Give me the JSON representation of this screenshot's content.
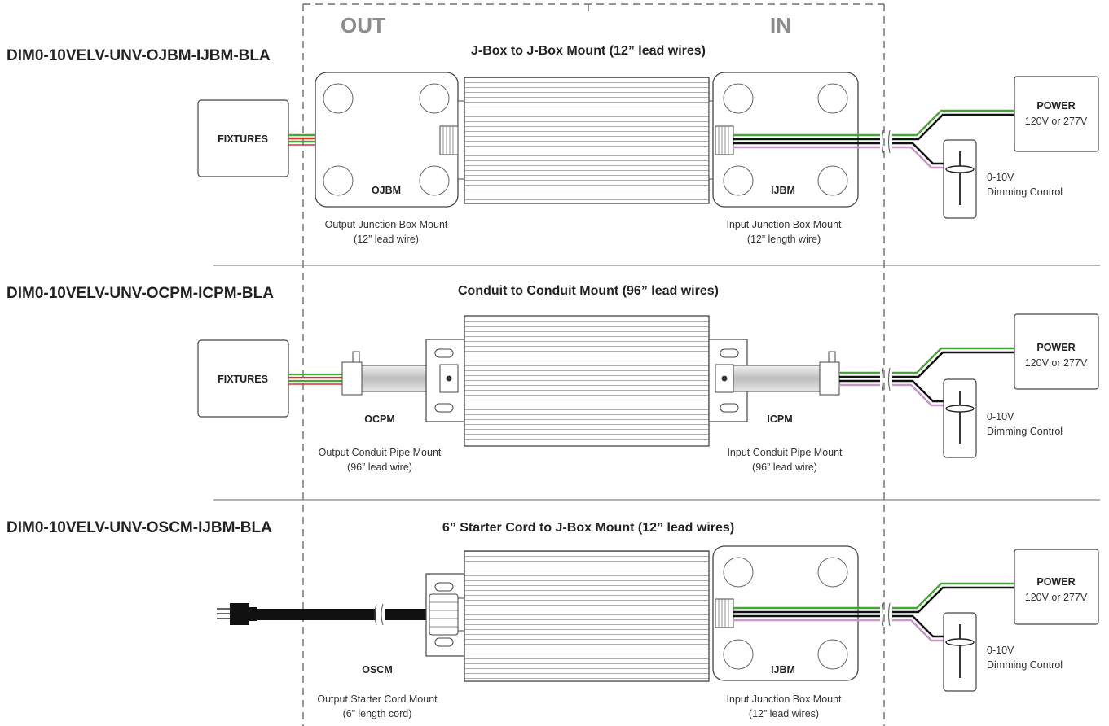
{
  "headers": {
    "out": "OUT",
    "in": "IN"
  },
  "rows": [
    {
      "model": "DIM0-10VELV-UNV-OJBM-IJBM-BLA",
      "title": "J-Box to J-Box Mount (12” lead wires)",
      "fixtures": "FIXTURES",
      "out_code": "OJBM",
      "in_code": "IJBM",
      "out_caption_1": "Output Junction Box Mount",
      "out_caption_2": "(12” lead wire)",
      "in_caption_1": "Input Junction Box Mount",
      "in_caption_2": "(12” length wire)",
      "power": "POWER",
      "voltage": "120V or 277V",
      "dim_1": "0-10V",
      "dim_2": "Dimming Control"
    },
    {
      "model": "DIM0-10VELV-UNV-OCPM-ICPM-BLA",
      "title": "Conduit to Conduit Mount (96” lead wires)",
      "fixtures": "FIXTURES",
      "out_code": "OCPM",
      "in_code": "ICPM",
      "out_caption_1": "Output Conduit Pipe Mount",
      "out_caption_2": "(96” lead wire)",
      "in_caption_1": "Input Conduit Pipe Mount",
      "in_caption_2": "(96” lead wire)",
      "power": "POWER",
      "voltage": "120V or 277V",
      "dim_1": "0-10V",
      "dim_2": "Dimming Control"
    },
    {
      "model": "DIM0-10VELV-UNV-OSCM-IJBM-BLA",
      "title": "6” Starter Cord to J-Box Mount (12” lead wires)",
      "out_code": "OSCM",
      "in_code": "IJBM",
      "out_caption_1": "Output Starter Cord Mount",
      "out_caption_2": "(6” length cord)",
      "in_caption_1": "Input Junction Box Mount",
      "in_caption_2": "(12” lead wires)",
      "power": "POWER",
      "voltage": "120V or 277V",
      "dim_1": "0-10V",
      "dim_2": "Dimming Control"
    }
  ],
  "colors": {
    "wire_green": "#4aa33a",
    "wire_red": "#d9342b",
    "wire_pink": "#c796c4",
    "wire_black": "#111111",
    "outline": "#444444",
    "header_gray": "#8c8c8c"
  }
}
